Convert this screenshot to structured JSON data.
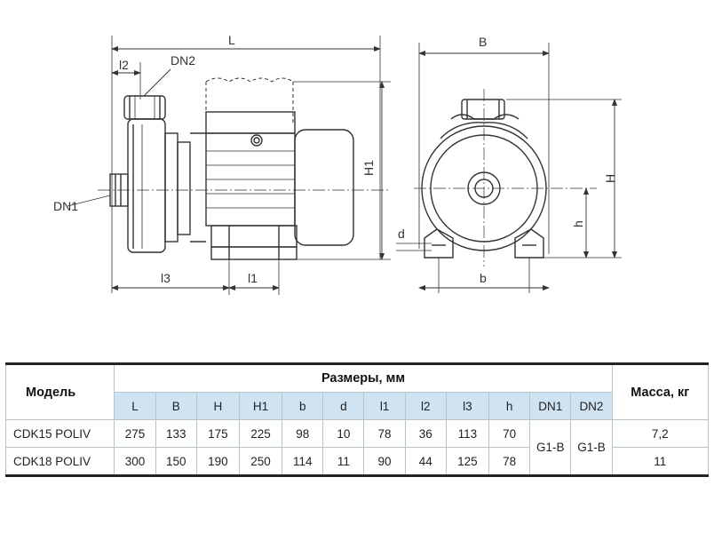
{
  "drawing": {
    "labels": {
      "L": "L",
      "l2": "l2",
      "DN2": "DN2",
      "DN1": "DN1",
      "H1": "H1",
      "l3": "l3",
      "l1": "l1",
      "B": "B",
      "H": "H",
      "h": "h",
      "d": "d",
      "b": "b"
    }
  },
  "table": {
    "model_header": "Модель",
    "dims_header": "Размеры, мм",
    "mass_header": "Масса, кг",
    "columns": [
      "L",
      "B",
      "H",
      "H1",
      "b",
      "d",
      "l1",
      "l2",
      "l3",
      "h",
      "DN1",
      "DN2"
    ],
    "rows": [
      {
        "model": "CDK15 POLIV",
        "values": [
          "275",
          "133",
          "175",
          "225",
          "98",
          "10",
          "78",
          "36",
          "113",
          "70"
        ],
        "mass": "7,2"
      },
      {
        "model": "CDK18 POLIV",
        "values": [
          "300",
          "150",
          "190",
          "250",
          "114",
          "11",
          "90",
          "44",
          "125",
          "78"
        ],
        "mass": "11"
      }
    ],
    "dn1": "G1-B",
    "dn2": "G1-B"
  }
}
